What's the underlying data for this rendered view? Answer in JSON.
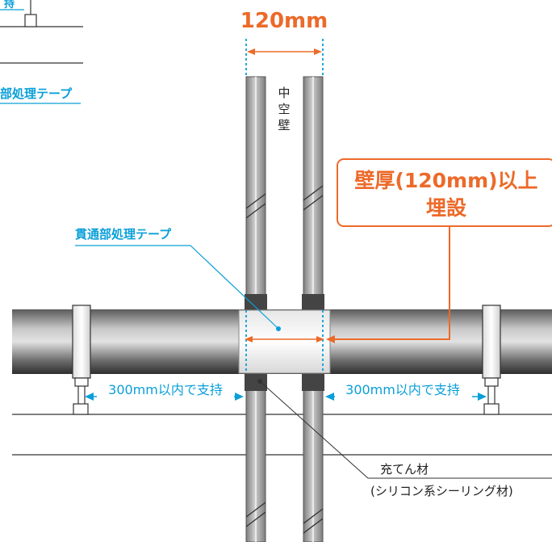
{
  "dimension_top": "120mm",
  "wall_label": "中空壁",
  "callout": {
    "line1": "壁厚(120mm)以上",
    "line2": "埋設"
  },
  "tape_label": "貫通部処理テープ",
  "tape_label_partial": "部処理テープ",
  "partial_top_left": "持",
  "support_left": "300mm以内で支持",
  "support_right": "300mm以内で支持",
  "filler": {
    "line1": "充てん材",
    "line2": "(シリコン系シーリング材)"
  },
  "colors": {
    "orange": "#ec6a2a",
    "blue": "#0a9fd8",
    "pipe_dark": "#3a3a3a",
    "wall_gray": "#a7a7a7"
  }
}
